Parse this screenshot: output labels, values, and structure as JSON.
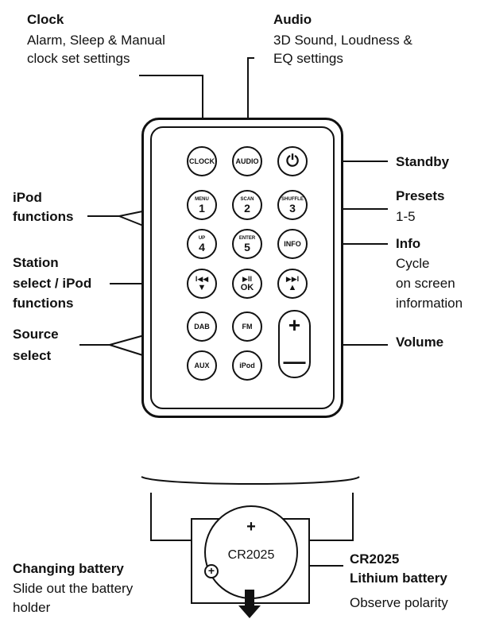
{
  "labels": {
    "clock_title": "Clock",
    "clock_desc_1": "Alarm, Sleep & Manual",
    "clock_desc_2": "clock set settings",
    "audio_title": "Audio",
    "audio_desc_1": "3D Sound, Loudness &",
    "audio_desc_2": "EQ settings",
    "standby": "Standby",
    "ipod_1": "iPod",
    "ipod_2": "functions",
    "presets": "Presets",
    "presets_range": "1-5",
    "info_title": "Info",
    "info_desc_1": "Cycle",
    "info_desc_2": "on screen",
    "info_desc_3": "information",
    "station_1": "Station",
    "station_2": "select / iPod",
    "station_3": "functions",
    "source_1": "Source",
    "source_2": "select",
    "volume": "Volume",
    "changing_battery": "Changing battery",
    "changing_desc_1": "Slide out the battery",
    "changing_desc_2": "holder",
    "battery_title_1": "CR2025",
    "battery_title_2": "Lithium battery",
    "battery_desc": "Observe polarity"
  },
  "buttons": {
    "clock": "CLOCK",
    "audio": "AUDIO",
    "power": "⏻",
    "menu_top": "MENU",
    "menu_num": "1",
    "scan_top": "SCAN",
    "scan_num": "2",
    "shuffle_top": "SHUFFLE",
    "shuffle_num": "3",
    "up_top": "UP",
    "up_num": "4",
    "enter_top": "ENTER",
    "enter_num": "5",
    "info": "INFO",
    "prev_top": "I◀◀",
    "prev_sym": "▼",
    "play_top": "▶II",
    "play_sym": "OK",
    "next_top": "▶▶I",
    "next_sym": "▲",
    "dab": "DAB",
    "fm": "FM",
    "aux": "AUX",
    "ipod": "iPod",
    "vol_plus": "+",
    "vol_minus": "—"
  },
  "battery": {
    "coin_label": "CR2025",
    "coin_plus": "+",
    "polarity_mark": "+"
  }
}
